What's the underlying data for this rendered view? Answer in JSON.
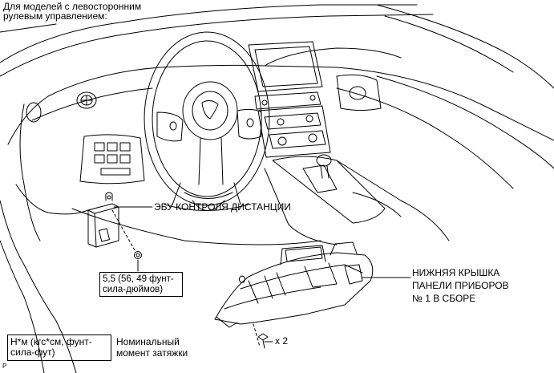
{
  "caption": {
    "line1": "Для моделей с левосторонним",
    "line2": "рулевым управлением:"
  },
  "labels": {
    "ecu": "ЭБУ КОНТРОЛЯ ДИСТАНЦИИ",
    "cover_line1": "НИЖНЯЯ КРЫШКА",
    "cover_line2": "ПАНЕЛИ ПРИБОРОВ",
    "cover_line3": "№ 1 В СБОРЕ",
    "bolt_count": "x 2"
  },
  "torque_spec": {
    "line1": "5,5 (56, 49 фунт-",
    "line2": "сила-дюймов)"
  },
  "legend": {
    "units_line1": "Н*м (кгс*см, фунт-",
    "units_line2": "сила-фут)",
    "desc_line1": "Номинальный",
    "desc_line2": "момент затяжки"
  },
  "page_mark": "P",
  "colors": {
    "line": "#000000",
    "background": "#ffffff"
  }
}
